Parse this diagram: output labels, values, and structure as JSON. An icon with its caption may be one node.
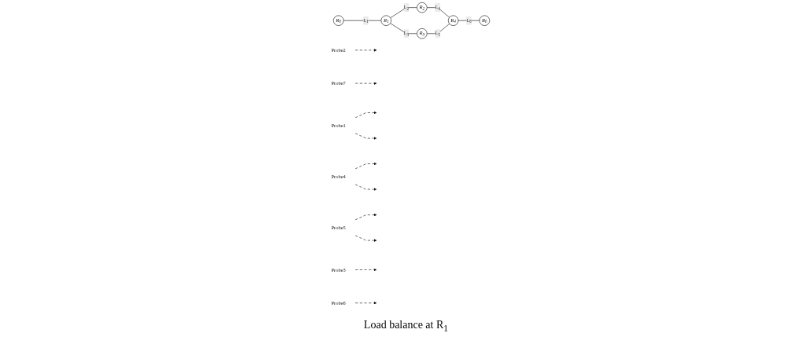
{
  "diagram": {
    "caption": "Load balance at R$_{1}$",
    "nodes": [
      {
        "text": [
          "Probe2"
        ]
      },
      {
        "text": [
          "R$_{0}$"
        ]
      },
      {
        "text": [
          "R$_{1}$"
        ]
      },
      {
        "text": [
          "R$_{2}$"
        ]
      },
      {
        "text": [
          "Probe7"
        ]
      },
      {
        "text": [
          "R$_{4}$"
        ]
      },
      {
        "text": [
          "R$_{6}$"
        ]
      },
      {
        "text": [
          "Probe1"
        ]
      },
      {
        "text": [
          "Probe4"
        ]
      },
      {
        "text": [
          "R$_{3}$"
        ]
      },
      {
        "text": [
          "Probe5"
        ]
      },
      {
        "text": [
          "Probe3"
        ]
      },
      {
        "text": [
          "Probe6"
        ]
      }
    ],
    "edges": [
      {
        "from": 1,
        "to": 2,
        "arrow": "none",
        "label": "L$_{1}$"
      },
      {
        "from": 2,
        "to": 3,
        "arrow": "none",
        "label": "L$_{2}$"
      },
      {
        "from": 2,
        "to": 9,
        "arrow": "none",
        "label": "L$_{3}$"
      },
      {
        "from": 3,
        "to": 5,
        "arrow": "none",
        "label": "L$_{4}$"
      },
      {
        "from": 9,
        "to": 5,
        "arrow": "none",
        "label": "L$_{5}$"
      },
      {
        "from": 5,
        "to": 6,
        "arrow": "none",
        "label": "L$_{6}$"
      },
      {
        "from": 0,
        "to": null,
        "arrow": "to",
        "style": "dashed"
      },
      {
        "from": 4,
        "to": null,
        "arrow": "to",
        "style": "dashed"
      },
      {
        "from": 7,
        "to": null,
        "arrow": "to",
        "style": "dashed"
      },
      {
        "from": 7,
        "to": null,
        "arrow": "to",
        "style": "dashed"
      },
      {
        "from": 8,
        "to": null,
        "arrow": "to",
        "style": "dashed"
      },
      {
        "from": 8,
        "to": null,
        "arrow": "to",
        "style": "dashed"
      },
      {
        "from": 10,
        "to": null,
        "arrow": "to",
        "style": "dashed"
      },
      {
        "from": 10,
        "to": null,
        "arrow": "to",
        "style": "dashed"
      },
      {
        "from": 11,
        "to": null,
        "arrow": "to",
        "style": "dashed"
      },
      {
        "from": 12,
        "to": null,
        "arrow": "to",
        "style": "dashed"
      }
    ]
  }
}
